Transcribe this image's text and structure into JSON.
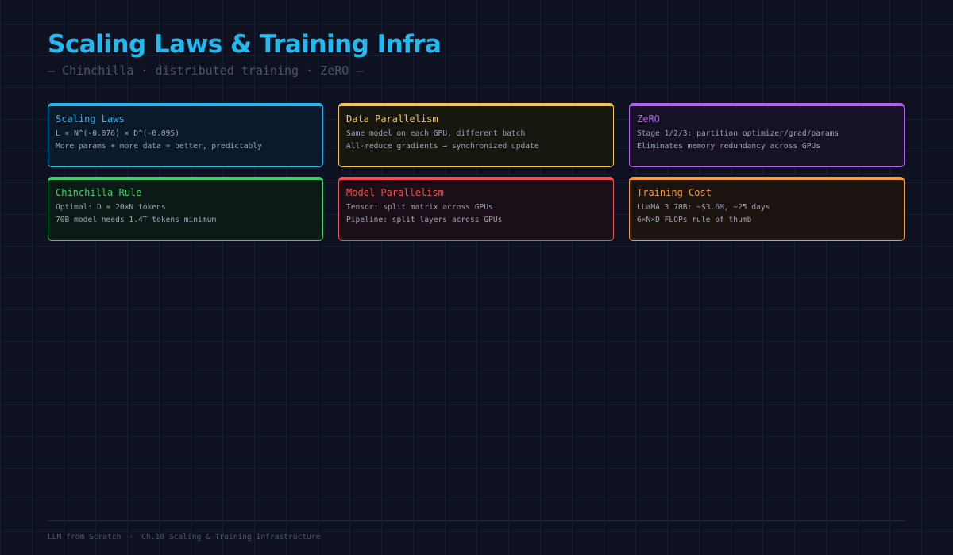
{
  "header": {
    "title": "Scaling Laws & Training Infra",
    "subtitle": "— Chinchilla · distributed training · ZeRO —"
  },
  "cards": [
    {
      "title": "Scaling Laws",
      "accent": "#1db9f0",
      "background": "#0b1a2a",
      "lines": [
        "L ∝ N^(-0.076) × D^(-0.095)",
        "More params + more data = better, predictably"
      ]
    },
    {
      "title": "Data Parallelism",
      "accent": "#f5c451",
      "background": "#17160f",
      "lines": [
        "Same model on each GPU, different batch",
        "All-reduce gradients → synchronized update"
      ]
    },
    {
      "title": "ZeRO",
      "accent": "#b35ef0",
      "background": "#171126",
      "lines": [
        "Stage 1/2/3: partition optimizer/grad/params",
        "Eliminates memory redundancy across GPUs"
      ]
    },
    {
      "title": "Chinchilla Rule",
      "accent": "#3fce6c",
      "background": "#0b1a17",
      "lines": [
        "Optimal: D ≈ 20×N tokens",
        "70B model needs 1.4T tokens minimum"
      ]
    },
    {
      "title": "Model Parallelism",
      "accent": "#ee4f55",
      "background": "#1a0f16",
      "lines": [
        "Tensor: split matrix across GPUs",
        "Pipeline: split layers across GPUs"
      ]
    },
    {
      "title": "Training Cost",
      "accent": "#f59a3f",
      "background": "#1a130f",
      "lines": [
        "LLaMA 3 70B: ~$3.6M, ~25 days",
        "6×N×D FLOPs rule of thumb"
      ]
    }
  ],
  "footer": {
    "course": "LLM from Scratch",
    "separator": "·",
    "chapter": "Ch.10 Scaling & Training Infrastructure"
  }
}
